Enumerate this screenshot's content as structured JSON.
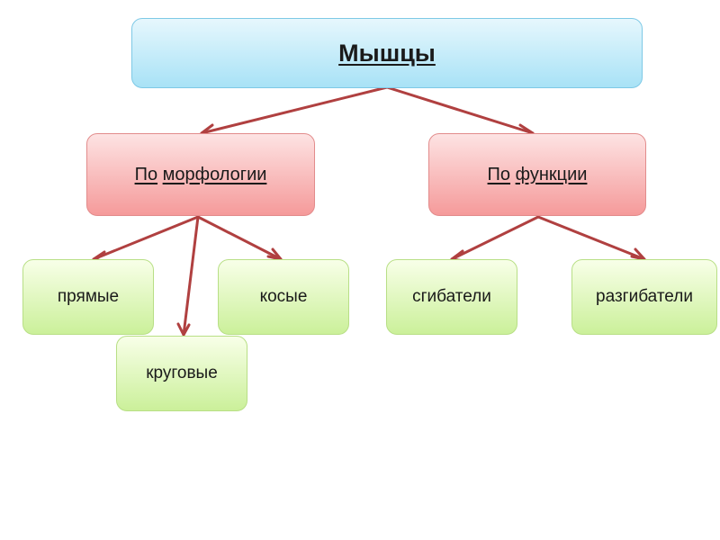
{
  "diagram": {
    "root": {
      "title": "Мышцы"
    },
    "categories": [
      {
        "word1": "По",
        "word2": "морфологии"
      },
      {
        "word1": "По",
        "word2": "функции"
      }
    ],
    "leaves": {
      "straight": "прямые",
      "circular": "круговые",
      "oblique": "косые",
      "flexors": "сгибатели",
      "extensors": "разгибатели"
    }
  },
  "colors": {
    "arrow": "#b04040",
    "root_fill": "#a8e2f6",
    "category_fill": "#f59a9a",
    "leaf_fill": "#cbf09a"
  }
}
